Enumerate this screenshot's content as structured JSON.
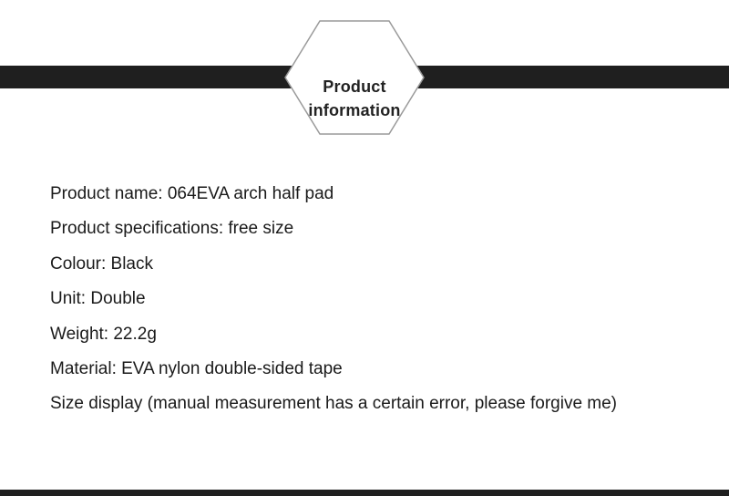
{
  "badge": {
    "line1": "Product",
    "line2": "information"
  },
  "product_info": {
    "lines": [
      "Product name: 064EVA arch half pad",
      "Product specifications: free size",
      "Colour: Black",
      "Unit: Double",
      "Weight: 22.2g",
      "Material: EVA nylon double-sided tape",
      "Size display (manual measurement has a certain error, please forgive me)"
    ]
  },
  "colors": {
    "ribbon": "#1f1f1f",
    "text": "#1a1a1a",
    "hex_border": "#9a9a9a",
    "bg": "#ffffff"
  }
}
